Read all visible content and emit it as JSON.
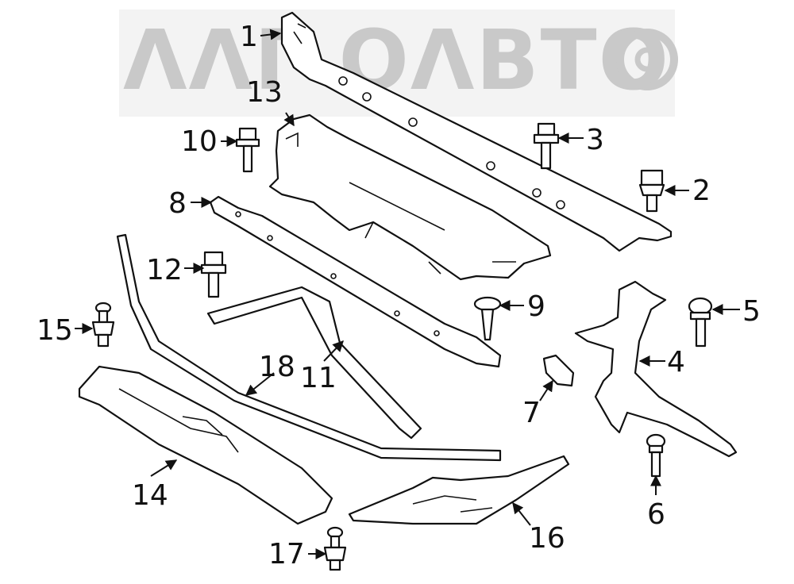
{
  "watermark": {
    "text": "ΛΛΓ ΟΛВТО",
    "color": "#c9c9c9"
  },
  "callouts": [
    {
      "id": "c1",
      "label": "1"
    },
    {
      "id": "c2",
      "label": "2"
    },
    {
      "id": "c3",
      "label": "3"
    },
    {
      "id": "c4",
      "label": "4"
    },
    {
      "id": "c5",
      "label": "5"
    },
    {
      "id": "c6",
      "label": "6"
    },
    {
      "id": "c7",
      "label": "7"
    },
    {
      "id": "c8",
      "label": "8"
    },
    {
      "id": "c9",
      "label": "9"
    },
    {
      "id": "c10",
      "label": "10"
    },
    {
      "id": "c11",
      "label": "11"
    },
    {
      "id": "c12",
      "label": "12"
    },
    {
      "id": "c13",
      "label": "13"
    },
    {
      "id": "c14",
      "label": "14"
    },
    {
      "id": "c15",
      "label": "15"
    },
    {
      "id": "c16",
      "label": "16"
    },
    {
      "id": "c17",
      "label": "17"
    },
    {
      "id": "c18",
      "label": "18"
    }
  ]
}
